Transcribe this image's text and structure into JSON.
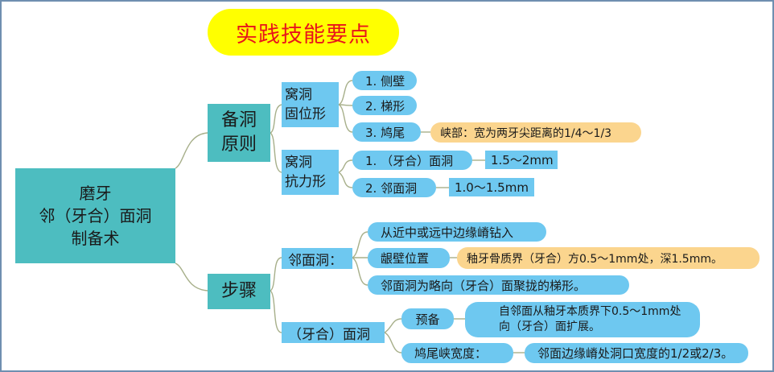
{
  "title": "实践技能要点",
  "root": {
    "line1": "磨牙",
    "line2": "邻（牙合）面洞",
    "line3": "制备术"
  },
  "principles": {
    "label_line1": "备洞",
    "label_line2": "原则",
    "retention": {
      "label_line1": "窝洞",
      "label_line2": "固位形",
      "items": [
        "1. 侧壁",
        "2. 梯形",
        "3. 鸠尾"
      ],
      "isthmus_note": "峡部：宽为两牙尖距离的1/4～1/3"
    },
    "resistance": {
      "label_line1": "窝洞",
      "label_line2": "抗力形",
      "items": [
        {
          "label": "1. （牙合）面洞",
          "value": "1.5～2mm"
        },
        {
          "label": "2.  邻面洞",
          "value": "1.0～1.5mm"
        }
      ]
    }
  },
  "steps": {
    "label": "步骤",
    "proximal": {
      "label": "邻面洞：",
      "drill": "从近中或远中边缘嵴钻入",
      "gingival_wall_label": "龈壁位置",
      "gingival_wall_note": "釉牙骨质界（牙合）方0.5～1mm处，深1.5mm。",
      "shape": "邻面洞为略向（牙合）面聚拢的梯形。"
    },
    "occlusal": {
      "label": "（牙合）面洞",
      "prep_label": "预备",
      "prep_line1": "自邻面从釉牙本质界下0.5～1mm处",
      "prep_line2": "向（牙合）面扩展。",
      "dovetail_label": "鸠尾峡宽度：",
      "dovetail_value": "邻面边缘嵴处洞口宽度的1/2或2/3。"
    }
  }
}
